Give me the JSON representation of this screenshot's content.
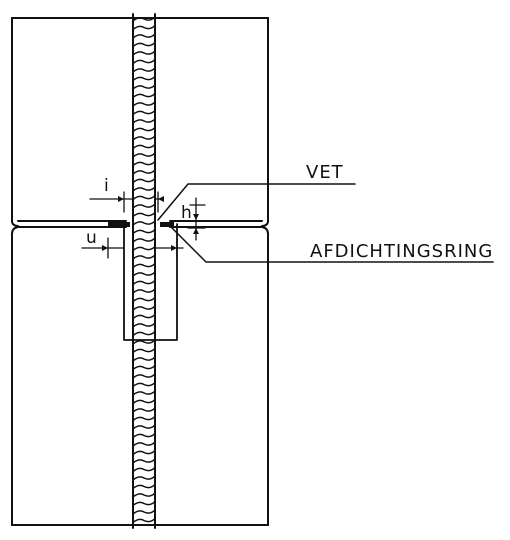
{
  "labels": {
    "vet": "VET",
    "afdichtingsring": "AFDICHTINGSRING",
    "dim_i": "i",
    "dim_h": "h",
    "dim_u": "u"
  },
  "colors": {
    "ink": "#111111",
    "background": "#ffffff"
  }
}
